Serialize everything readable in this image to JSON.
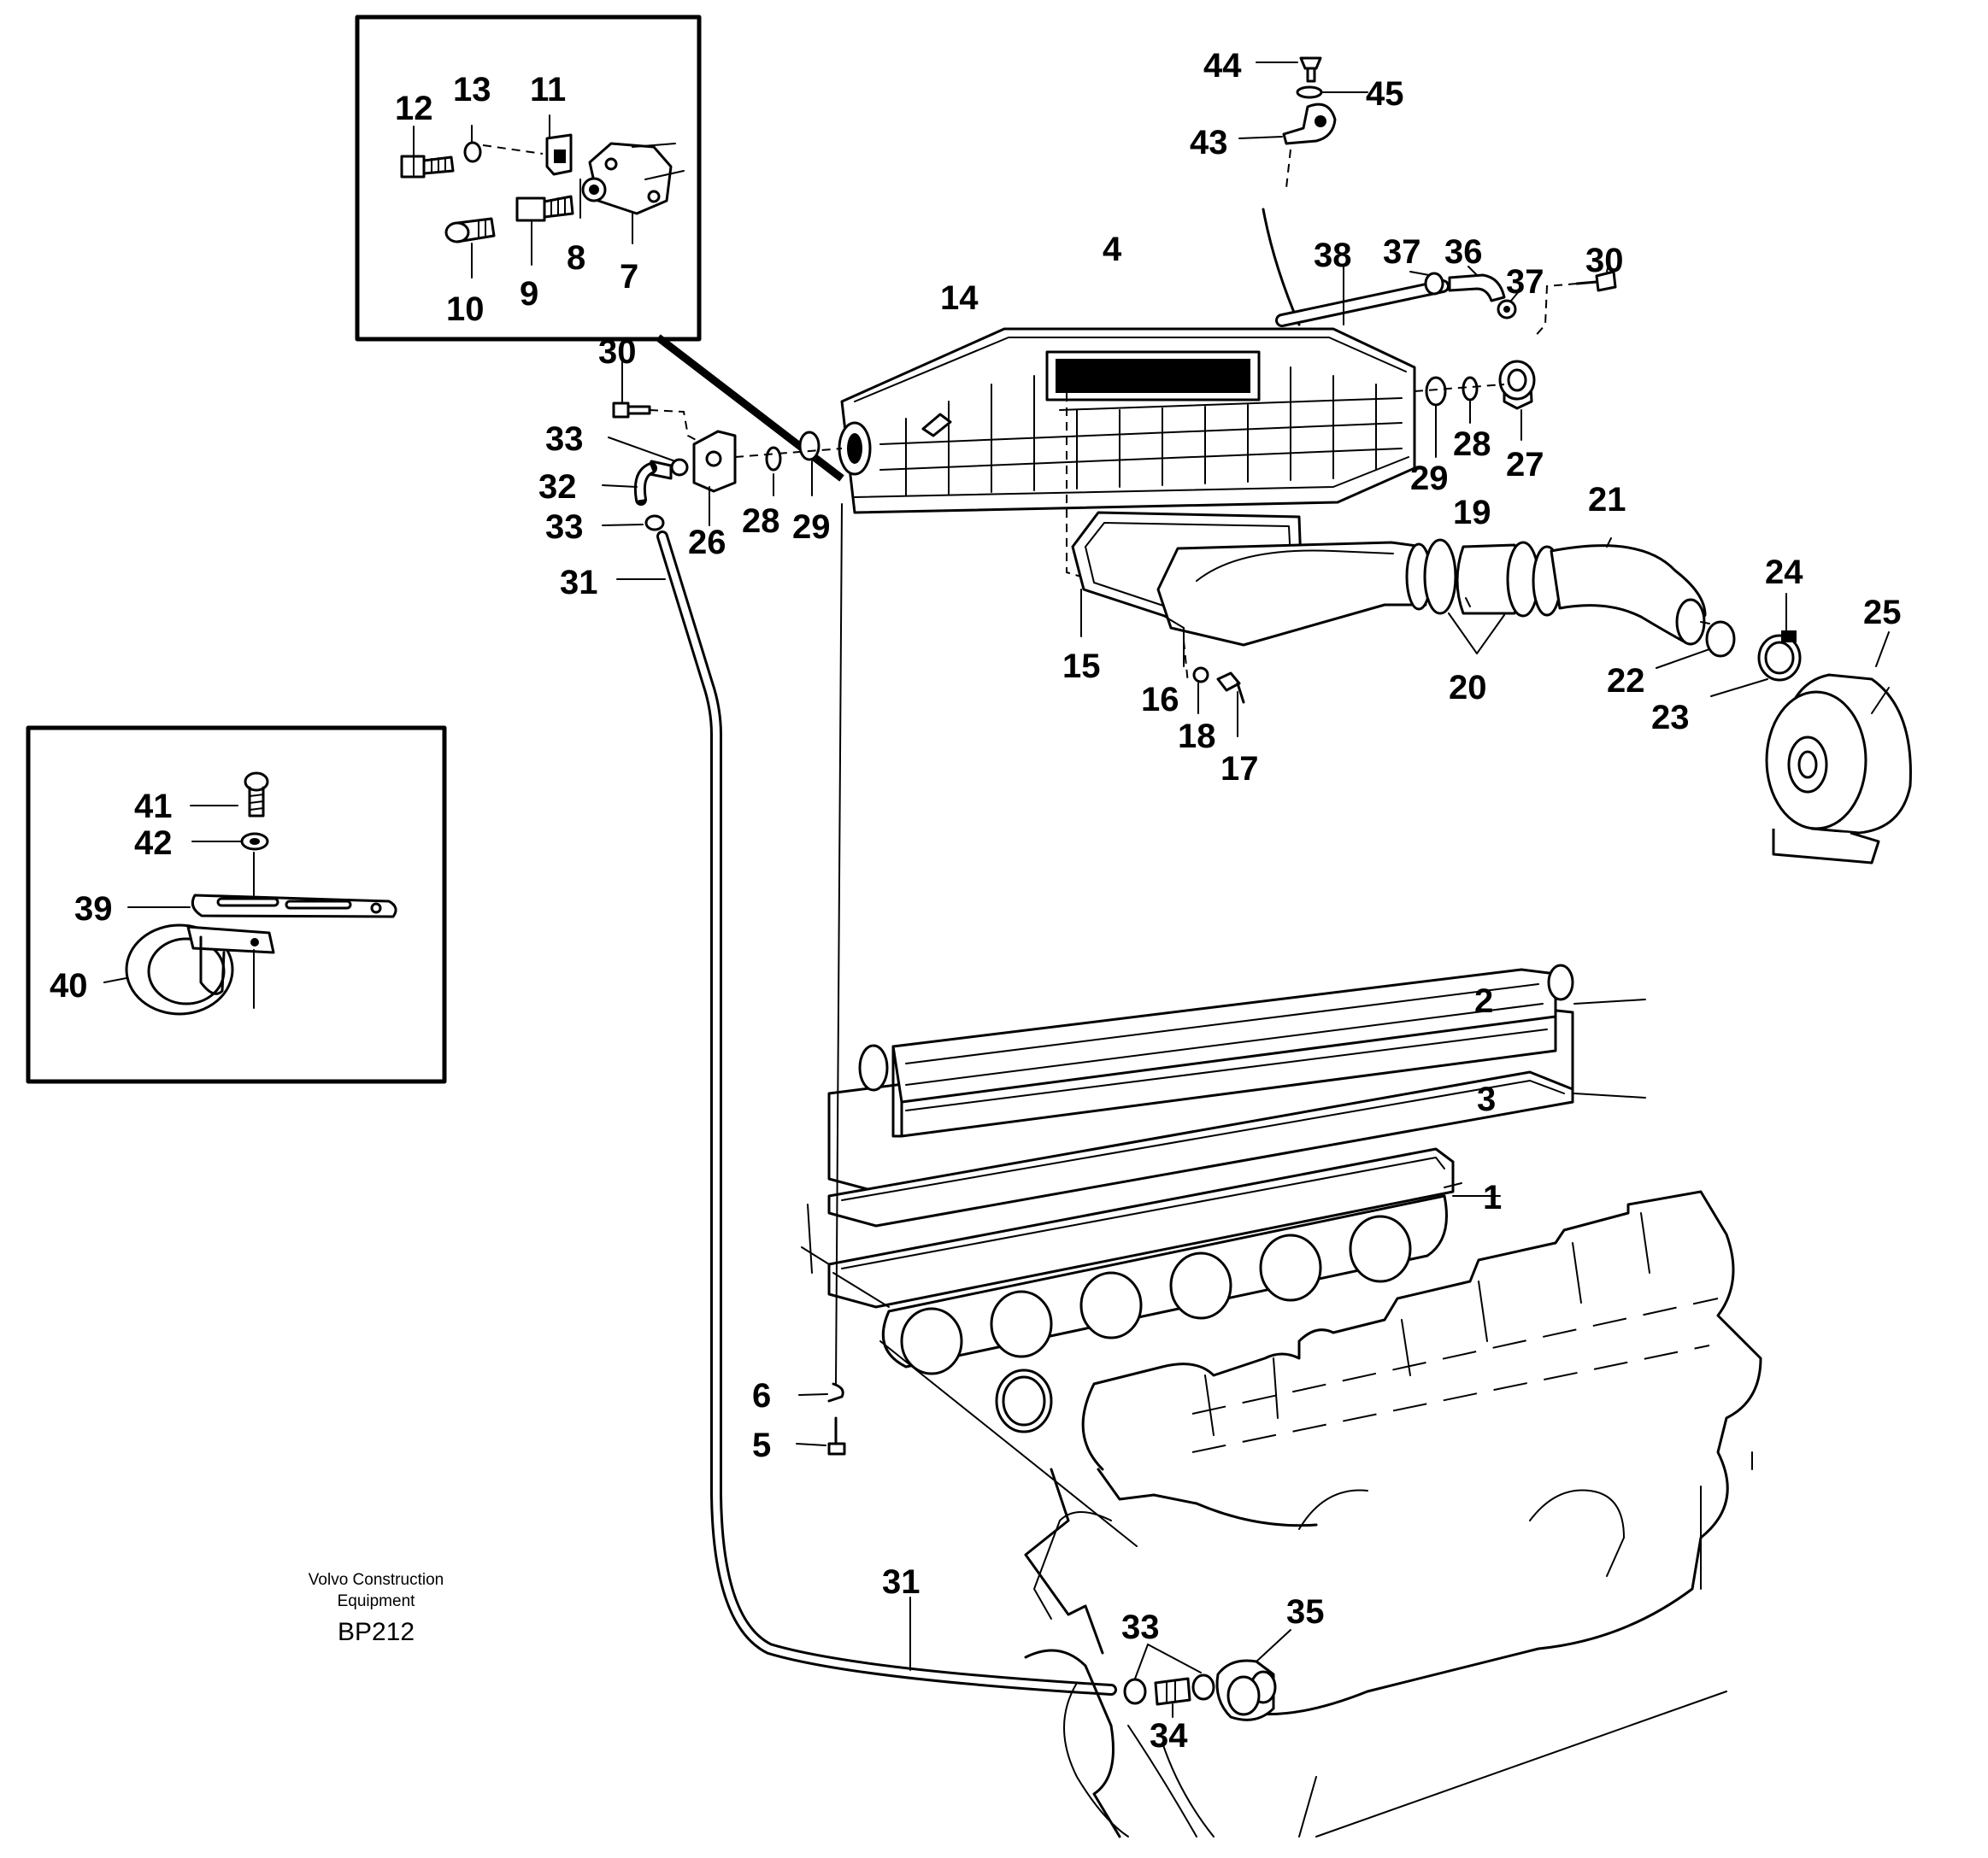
{
  "caption": {
    "line1": "Volvo Construction",
    "line2": "Equipment",
    "code": "BP212"
  },
  "labels": {
    "l1": "1",
    "l2": "2",
    "l3": "3",
    "l4": "4",
    "l5": "5",
    "l6": "6",
    "l7": "7",
    "l8": "8",
    "l9": "9",
    "l10": "10",
    "l11": "11",
    "l12": "12",
    "l13": "13",
    "l14": "14",
    "l15": "15",
    "l16": "16",
    "l17": "17",
    "l18": "18",
    "l19": "19",
    "l20": "20",
    "l21": "21",
    "l22": "22",
    "l23": "23",
    "l24": "24",
    "l25": "25",
    "l26": "26",
    "l27": "27",
    "l28": "28",
    "l29": "29",
    "l30": "30",
    "l31": "31",
    "l32": "32",
    "l33": "33",
    "l34": "34",
    "l35": "35",
    "l36": "36",
    "l37": "37",
    "l38": "38",
    "l39": "39",
    "l40": "40",
    "l41": "41",
    "l42": "42",
    "l43": "43",
    "l44": "44",
    "l45": "45"
  }
}
